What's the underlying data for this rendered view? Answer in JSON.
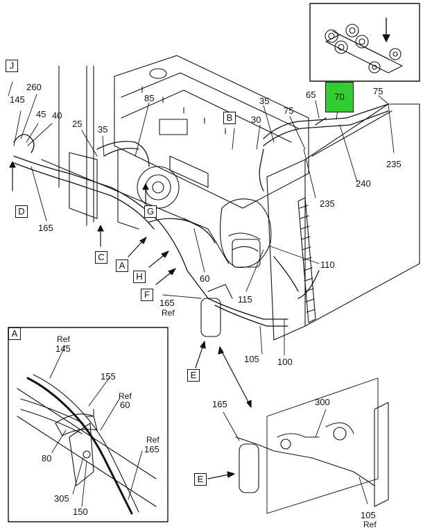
{
  "callouts": {
    "c260": "260",
    "c145": "145",
    "c45": "45",
    "c40": "40",
    "c85": "85",
    "c25": "25",
    "c35a": "35",
    "c35b": "35",
    "c30": "30",
    "c65": "65",
    "c70": "70",
    "c75a": "75",
    "c75b": "75",
    "c235a": "235",
    "c235b": "235",
    "c240": "240",
    "c165a": "165",
    "c110": "110",
    "c115": "115",
    "c60": "60",
    "c165b": "165",
    "ref_b": "Ref",
    "c105": "105",
    "c100": "100",
    "inset_a": {
      "ref145": "Ref",
      "n145": "145",
      "n155": "155",
      "ref60": "Ref",
      "n60": "60",
      "ref165": "Ref",
      "n165": "165",
      "n80": "80",
      "n305": "305",
      "n150": "150"
    },
    "detail_e": {
      "n165": "165",
      "n300": "300",
      "ref105": "Ref",
      "n105": "105"
    }
  },
  "section_markers": {
    "J": "J",
    "B": "B",
    "D": "D",
    "C": "C",
    "G": "G",
    "A": "A",
    "H": "H",
    "F": "F",
    "E1": "E",
    "E2": "E",
    "inset_A": "A"
  },
  "highlight": {
    "label": "70",
    "color": "#33cc33"
  }
}
